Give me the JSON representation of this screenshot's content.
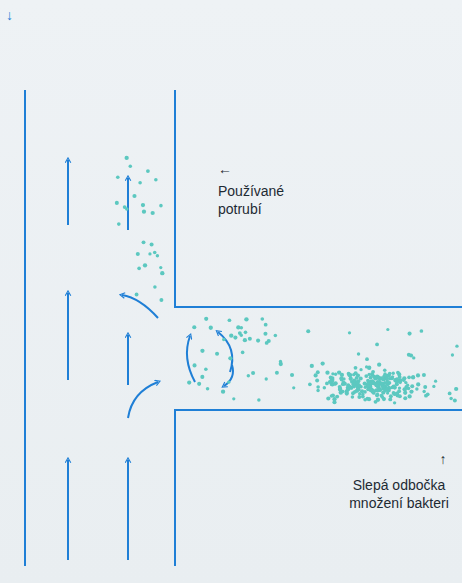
{
  "diagram": {
    "labels": [
      "↓",
      "←",
      "Používané potrubí",
      "↑",
      "Slepá odbočka množení bakteri"
    ]
  }
}
